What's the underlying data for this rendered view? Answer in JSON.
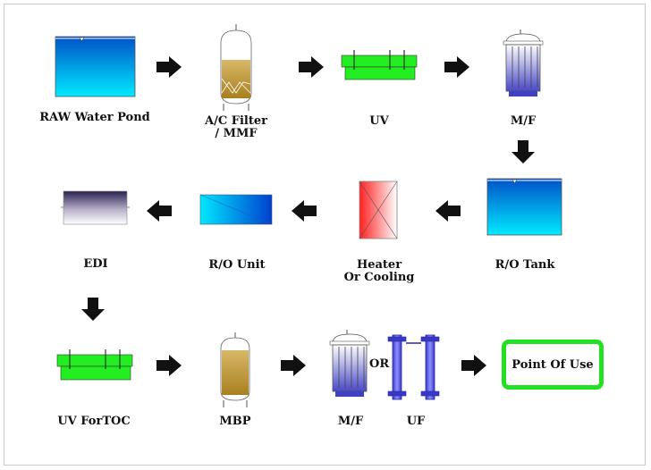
{
  "labels": {
    "raw_water_pond": "RAW Water Pond",
    "ac_filter_line1": "A/C Filter",
    "ac_filter_line2": "/ MMF",
    "uv": "UV",
    "mf_top": "M/F",
    "ro_tank": "R/O Tank",
    "heater_line1": "Heater",
    "heater_line2": "Or Cooling",
    "ro_unit": "R/O Unit",
    "edi": "EDI",
    "uv_for_toc": "UV ForTOC",
    "mbp": "MBP",
    "mf_bottom": "M/F",
    "or_text": "OR",
    "uf": "UF",
    "point_of_use": "Point Of Use"
  },
  "colors": {
    "arrow": "#111111",
    "uv_green": "#22ee22",
    "point_of_use_border": "#22e022",
    "tank_blue_top": "#0050c8",
    "tank_blue_bottom": "#00e8ff",
    "heater_red": "#ff3030",
    "filter_media": "#c8a040"
  }
}
